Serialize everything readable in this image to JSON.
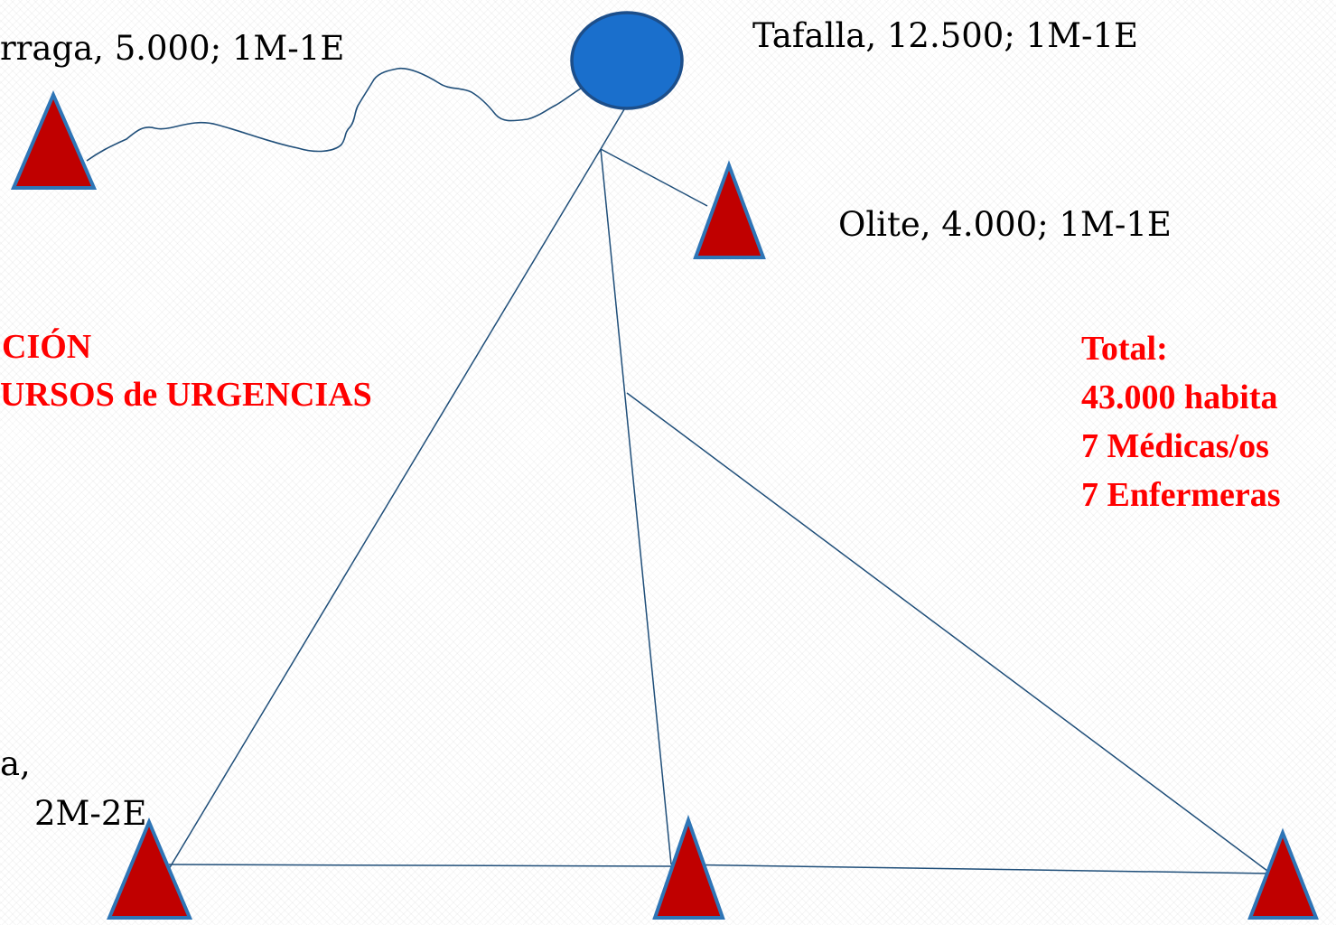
{
  "colors": {
    "line": "#1f4e79",
    "triangle_fill": "#c00000",
    "triangle_stroke": "#2e75b6",
    "circle_fill": "#1a6fcc",
    "circle_stroke": "#1c4e8a",
    "emphasis_text": "#ff0000",
    "text": "#000000"
  },
  "nodes": {
    "tafalla": {
      "label": "Tafalla, 12.500; 1M-1E",
      "shape": "circle"
    },
    "larraga": {
      "label": "rraga, 5.000; 1M-1E",
      "shape": "triangle"
    },
    "olite": {
      "label": "Olite, 4.000; 1M-1E",
      "shape": "triangle"
    },
    "bottom_left": {
      "label_line1": "a,",
      "label_line2": "2M-2E",
      "shape": "triangle"
    },
    "bottom_middle": {
      "shape": "triangle"
    },
    "bottom_right": {
      "shape": "triangle"
    }
  },
  "heading": {
    "line1": "CIÓN",
    "line2": "URSOS de URGENCIAS"
  },
  "totals": {
    "title": "Total:",
    "inhabitants": "43.000 habita",
    "doctors": "7 Médicas/os",
    "nurses": "7 Enfermeras"
  }
}
